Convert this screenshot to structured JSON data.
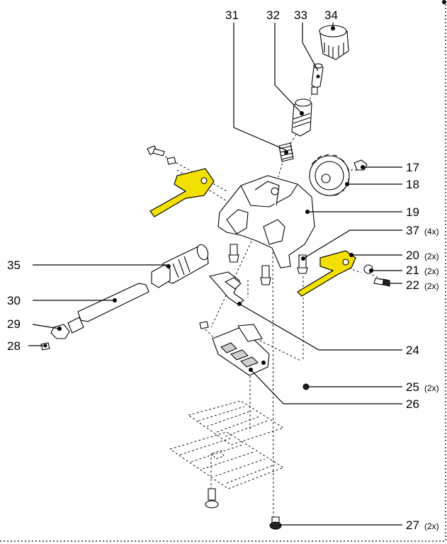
{
  "diagram": {
    "highlight_color": "#f2e100",
    "line_color": "#000000",
    "background": "#ffffff",
    "callouts": [
      {
        "id": "17",
        "number": "17",
        "qty": ""
      },
      {
        "id": "18",
        "number": "18",
        "qty": ""
      },
      {
        "id": "19",
        "number": "19",
        "qty": ""
      },
      {
        "id": "20",
        "number": "20",
        "qty": "(2x)"
      },
      {
        "id": "21",
        "number": "21",
        "qty": "(2x)"
      },
      {
        "id": "22",
        "number": "22",
        "qty": "(2x)"
      },
      {
        "id": "24",
        "number": "24",
        "qty": ""
      },
      {
        "id": "25",
        "number": "25",
        "qty": "(2x)"
      },
      {
        "id": "26",
        "number": "26",
        "qty": ""
      },
      {
        "id": "27",
        "number": "27",
        "qty": "(2x)"
      },
      {
        "id": "28",
        "number": "28",
        "qty": ""
      },
      {
        "id": "29",
        "number": "29",
        "qty": ""
      },
      {
        "id": "30",
        "number": "30",
        "qty": ""
      },
      {
        "id": "31",
        "number": "31",
        "qty": ""
      },
      {
        "id": "32",
        "number": "32",
        "qty": ""
      },
      {
        "id": "33",
        "number": "33",
        "qty": ""
      },
      {
        "id": "34",
        "number": "34",
        "qty": ""
      },
      {
        "id": "35",
        "number": "35",
        "qty": ""
      },
      {
        "id": "37",
        "number": "37",
        "qty": "(4x)"
      }
    ]
  }
}
